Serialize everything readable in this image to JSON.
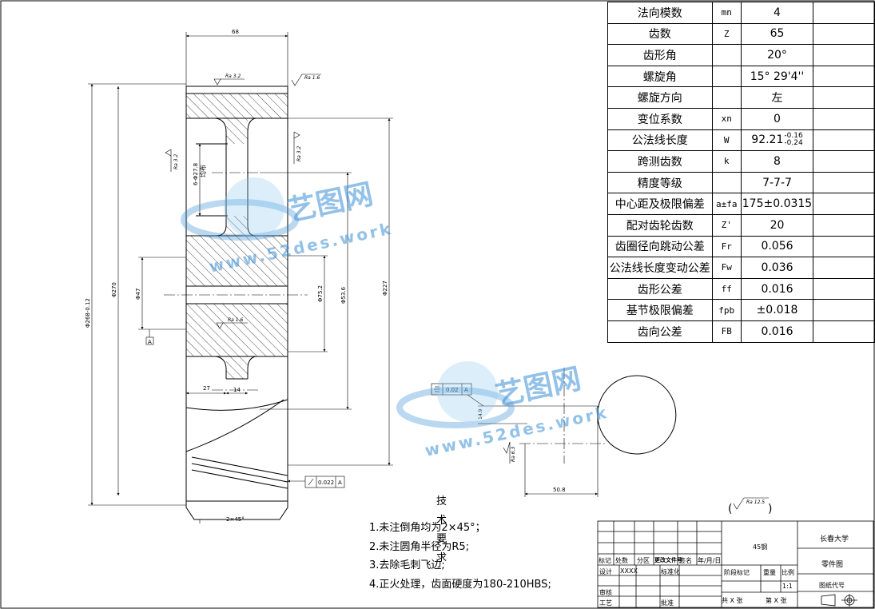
{
  "params": [
    {
      "name": "法向模数",
      "symbol": "mn",
      "value": "4"
    },
    {
      "name": "齿数",
      "symbol": "Z",
      "value": "65"
    },
    {
      "name": "齿形角",
      "symbol": "",
      "value": "20°"
    },
    {
      "name": "螺旋角",
      "symbol": "",
      "value": "15° 29'4''"
    },
    {
      "name": "螺旋方向",
      "symbol": "",
      "value": "左"
    },
    {
      "name": "变位系数",
      "symbol": "xn",
      "value": "0"
    },
    {
      "name": "公法线长度",
      "symbol": "W",
      "value": "92.21",
      "tol_upper": "-0.16",
      "tol_lower": "-0.24"
    },
    {
      "name": "跨测齿数",
      "symbol": "k",
      "value": "8"
    },
    {
      "name": "精度等级",
      "symbol": "",
      "value": "7-7-7"
    },
    {
      "name": "中心距及极限偏差",
      "symbol": "a±fa",
      "value": "175±0.0315"
    },
    {
      "name": "配对齿轮齿数",
      "symbol": "Z'",
      "value": "20"
    },
    {
      "name": "齿圈径向跳动公差",
      "symbol": "Fr",
      "value": "0.056"
    },
    {
      "name": "公法线长度变动公差",
      "symbol": "Fw",
      "value": "0.036"
    },
    {
      "name": "齿形公差",
      "symbol": "ff",
      "value": "0.016"
    },
    {
      "name": "基节极限偏差",
      "symbol": "fpb",
      "value": "±0.018"
    },
    {
      "name": "齿向公差",
      "symbol": "FB",
      "value": "0.016"
    }
  ],
  "tech_requirements": {
    "title": "技术要求",
    "notes": [
      "1.未注倒角均为2×45°；",
      "2.未注圆角半径为R5;",
      "3.去除毛刺飞边;",
      "4.正火处理，齿面硬度为180-210HBS;"
    ]
  },
  "dimensions": {
    "width_top": "68",
    "dia_outer": "Φ268-0.12",
    "dia_root": "Φ270",
    "dia_227": "Φ227",
    "dia_53": "Φ53.6",
    "dia_75": "Φ75.2",
    "dia_bore": "Φ47",
    "hub_27": "27",
    "hub_14": "14",
    "chamfer": "2×45°",
    "holes": "6-Φ27.8",
    "holes_note": "均布",
    "keyway_width": "50.8",
    "keyway_depth": "14.9",
    "datum": "A",
    "runout_value": "0.022",
    "runout_datum": "A",
    "sym_value": "0.02",
    "sym_datum": "A"
  },
  "roughness": {
    "ra_top1": "Ra 3.2",
    "ra_top2": "Ra 1.6",
    "ra_left": "Ra 3.2",
    "ra_right": "Ra 3.2",
    "ra_bore": "Ra 1.6",
    "ra_key": "Ra 6.3",
    "ra_general": "Ra 12.5"
  },
  "title_block": {
    "university": "长春大学",
    "drawing_type": "零件图",
    "drawing_code": "图纸代号",
    "material": "45钢",
    "scale": "1:1",
    "labels": {
      "mark": "标记",
      "count": "处数",
      "zone": "分区",
      "change_doc": "更改文件号",
      "sign": "签名",
      "date": "年/月/日",
      "design": "设计",
      "designer": "XXXX",
      "standard": "标准化",
      "review": "审核",
      "process": "工艺",
      "approve": "批准",
      "stage": "阶段标记",
      "weight": "重量",
      "scale_label": "比例",
      "total": "共",
      "sheets": "张",
      "sheet_no": "第",
      "sheet_label": "张",
      "x": "X"
    }
  },
  "watermark": {
    "cn": "艺图网",
    "url": "www.52des.work"
  }
}
